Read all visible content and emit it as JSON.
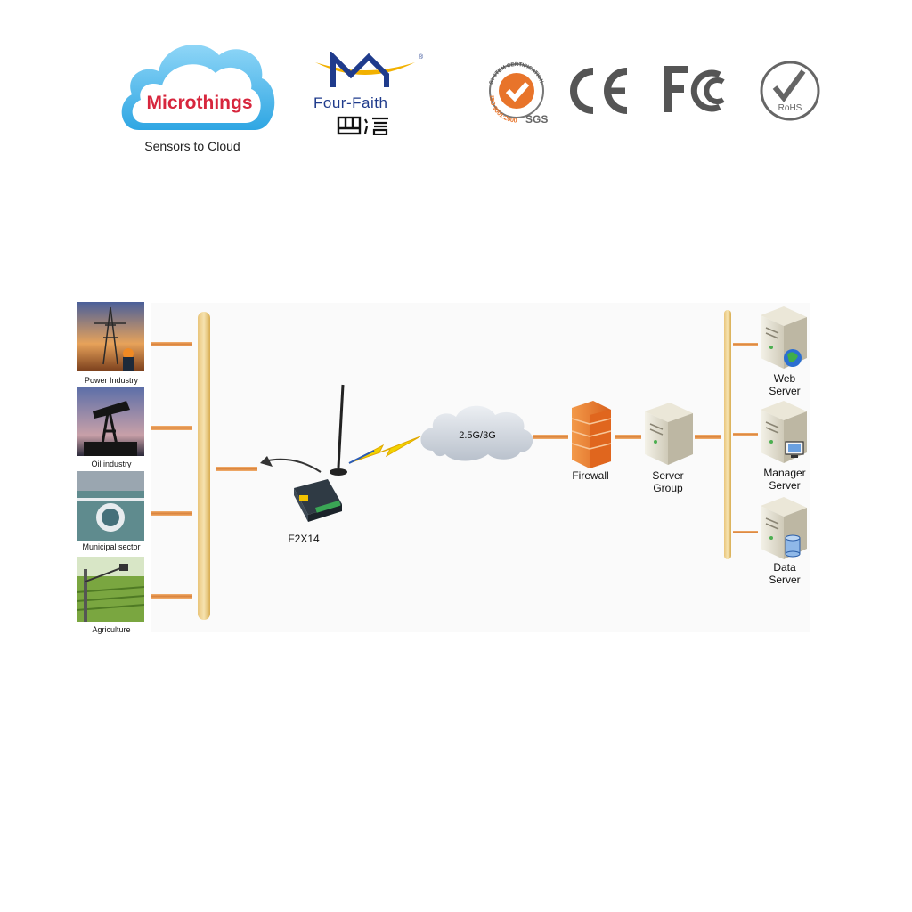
{
  "header": {
    "microthings_logo_text": "Microthings",
    "tagline": "Sensors to Cloud",
    "fourfaith_name": "Four-Faith",
    "fourfaith_registered": "®",
    "iso_badge_top": "SYSTEM CERTIFICATION",
    "iso_badge_bottom": "ISO 9001:2000",
    "iso_badge_sgs": "SGS",
    "ce_mark": "CE",
    "fcc_mark": "FC",
    "rohs_text": "RoHS"
  },
  "sectors": [
    {
      "label": "Power Industry"
    },
    {
      "label": "Oil industry"
    },
    {
      "label": "Municipal sector"
    },
    {
      "label": "Agriculture"
    }
  ],
  "device": {
    "label": "F2X14"
  },
  "network": {
    "label": "2.5G/3G"
  },
  "firewall": {
    "label": "Firewall"
  },
  "server_group": {
    "line1": "Server",
    "line2": "Group"
  },
  "servers": [
    {
      "line1": "Web",
      "line2": "Server",
      "badge_icon": "globe-icon"
    },
    {
      "line1": "Manager",
      "line2": "Server",
      "badge_icon": "monitor-icon"
    },
    {
      "line1": "Data",
      "line2": "Server",
      "badge_icon": "database-icon"
    }
  ],
  "colors": {
    "microthings_red": "#d7263d",
    "cloud_blue": "#2fa6e3",
    "fourfaith_blue": "#1f3b8c",
    "fourfaith_gold": "#f2b100",
    "bus_gold": "#e3bf6a",
    "link_orange": "#d9823a",
    "firewall_orange": "#e8742a",
    "cert_gray": "#555555"
  }
}
